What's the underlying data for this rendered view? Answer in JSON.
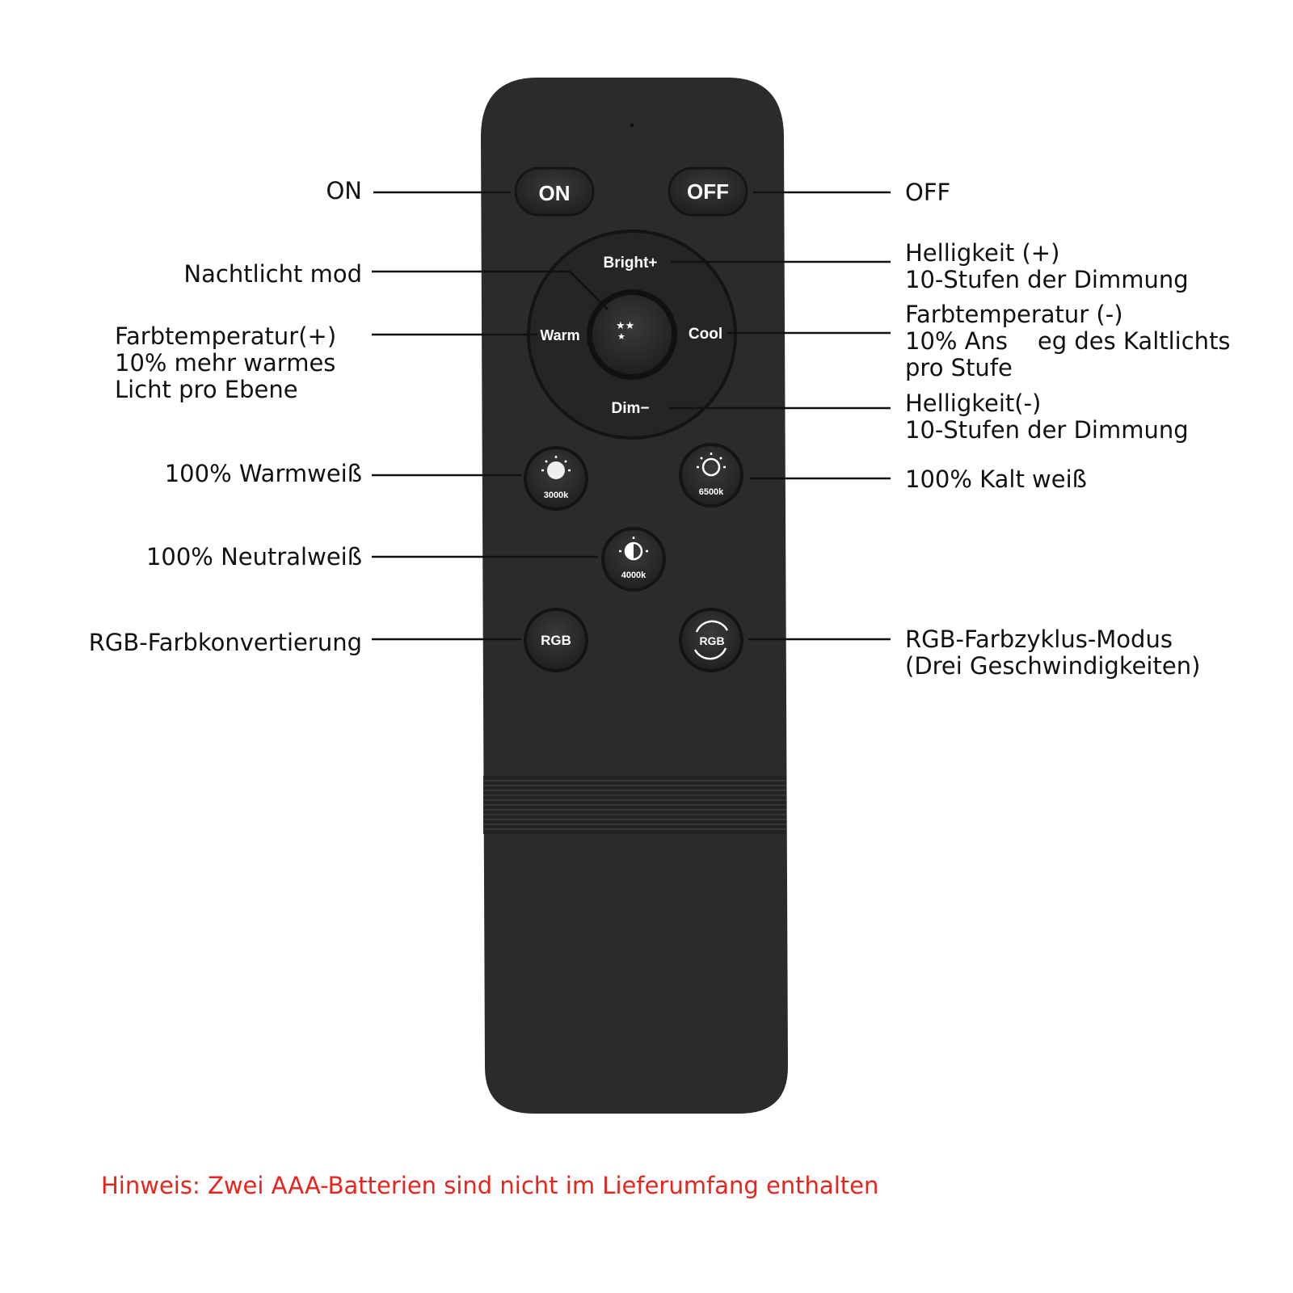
{
  "remote": {
    "buttons": {
      "on": "ON",
      "off": "OFF",
      "bright_plus": "Bright+",
      "warm": "Warm",
      "cool": "Cool",
      "dim_minus": "Dim−",
      "warm_white": "3000k",
      "cool_white": "6500k",
      "neutral_white": "4000k",
      "rgb": "RGB",
      "rgb_cycle": "RGB"
    }
  },
  "labels": {
    "on": "ON",
    "off": "OFF",
    "night": "Nachtlicht mod",
    "warm": "Farbtemperatur(+)\n10% mehr warmes\nLicht pro Ebene",
    "bright_plus": "Helligkeit (+)\n10-Stufen der Dimmung",
    "cool": "Farbtemperatur (-)\n10% Ans    eg des Kaltlichts\npro Stufe",
    "dim_minus": "Helligkeit(-)\n10-Stufen der Dimmung",
    "warm_white": "100% Warmweiß",
    "cool_white": "100% Kalt weiß",
    "neutral_white": "100% Neutralweiß",
    "rgb": "RGB-Farbkonvertierung",
    "rgb_cycle": "RGB-Farbzyklus-Modus\n(Drei Geschwindigkeiten)"
  },
  "note": "Hinweis: Zwei AAA-Batterien sind nicht im Lieferumfang enthalten",
  "colors": {
    "remote": "#2a2a2a",
    "note": "#e8241c"
  }
}
